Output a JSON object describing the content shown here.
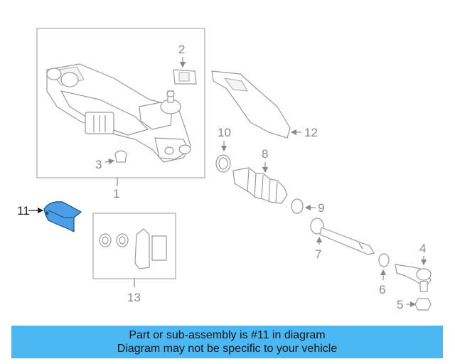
{
  "diagram": {
    "callouts": [
      "1",
      "2",
      "3",
      "4",
      "5",
      "6",
      "7",
      "8",
      "9",
      "10",
      "11",
      "12",
      "13"
    ],
    "highlight_color": "#4a9ee6",
    "highlighted_part": "11"
  },
  "banner": {
    "line1": "Part or sub-assembly is #11 in diagram",
    "line2": "Diagram may not be specific to your vehicle",
    "background": "#4ab8f2"
  }
}
